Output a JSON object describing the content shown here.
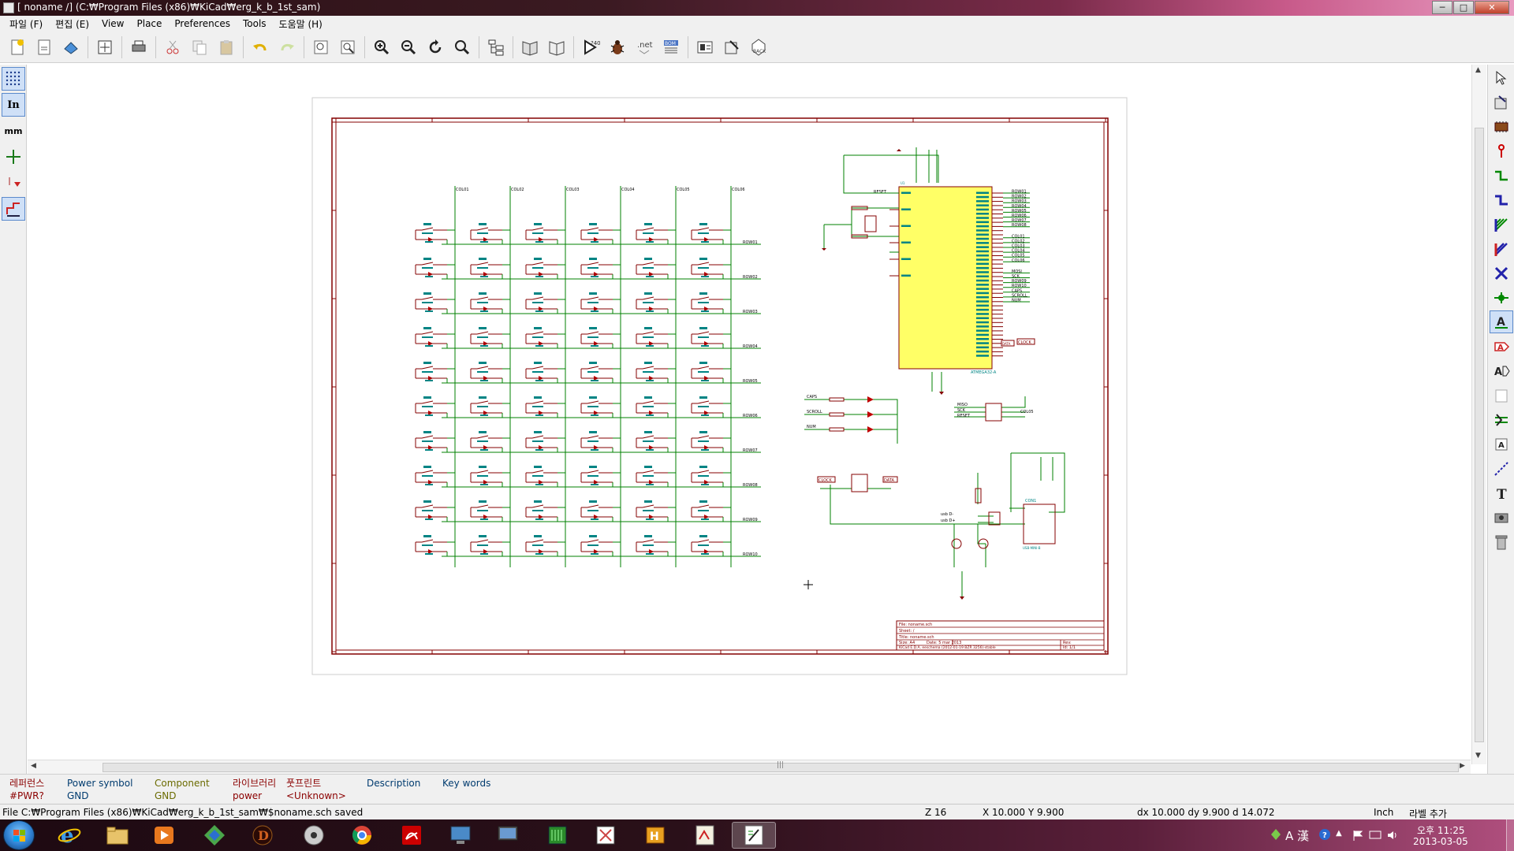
{
  "window": {
    "title": "[ noname /] (C:₩Program Files (x86)₩KiCad₩erg_k_b_1st_sam)",
    "minimize": "─",
    "maximize": "□",
    "close": "✕"
  },
  "menu": [
    "파일 (F)",
    "편집 (E)",
    "View",
    "Place",
    "Preferences",
    "Tools",
    "도움말 (H)"
  ],
  "left_toolbar": {
    "units_in": "In",
    "units_mm": "mm"
  },
  "schematic": {
    "columns": [
      "COL01",
      "COL02",
      "COL03",
      "COL04",
      "COL05",
      "COL06"
    ],
    "rows": [
      "ROW01",
      "ROW02",
      "ROW03",
      "ROW04",
      "ROW05",
      "ROW06",
      "ROW07",
      "ROW08",
      "ROW09",
      "ROW10"
    ],
    "mcu_ref": "U1",
    "mcu_part": "ATMEGA32-A",
    "reset_net": "RESET",
    "row_nets_right": [
      "ROW01",
      "ROW02",
      "ROW03",
      "ROW04",
      "ROW05",
      "ROW06",
      "ROW07",
      "ROW08"
    ],
    "col_nets_right": [
      "COL01",
      "COL02",
      "COL03",
      "COL04",
      "COL05",
      "COL06"
    ],
    "other_nets_right": [
      "MOSI",
      "SCK",
      "ROW09",
      "ROW10",
      "CAPS",
      "SCROLL",
      "NUM"
    ],
    "led_labels": [
      "CAPS",
      "SCROLL",
      "NUM"
    ],
    "isp_labels": [
      "MISO",
      "SCK",
      "RESET"
    ],
    "isp_right_label": "COL05",
    "clock_label": "CLOCK",
    "data_label": "DATA",
    "usb_dminus": "usb D-",
    "usb_dplus": "usb D+",
    "connector_ref": "CON1",
    "connector_part": "USB-MINI-B",
    "title_block": {
      "file": "File: noname.sch",
      "sheet": "Sheet: /",
      "title": "Title: noname.sch",
      "size": "Size: A4",
      "date": "Date: 5 mar 2013",
      "rev": "Rev:",
      "kicad": "KiCad E.D.A.  eeschema (2012-01-19 BZR 3256)-stable",
      "id": "Id: 1/1"
    }
  },
  "info_panel": {
    "reference": {
      "label": "레퍼런스",
      "value": "#PWR?"
    },
    "power_symbol": {
      "label": "Power symbol",
      "value": "GND"
    },
    "component": {
      "label": "Component",
      "value": "GND"
    },
    "library": {
      "label": "라이브러리",
      "value": "power"
    },
    "footprint": {
      "label": "풋프린트",
      "value": "<Unknown>"
    },
    "description": {
      "label": "Description",
      "value": ""
    },
    "keywords": {
      "label": "Key words",
      "value": ""
    }
  },
  "status": {
    "message": "File C:₩Program Files (x86)₩KiCad₩erg_k_b_1st_sam₩$noname.sch saved",
    "zoom": "Z 16",
    "coords": "X 10.000  Y 9.900",
    "delta": "dx 10.000  dy 9.900  d 14.072",
    "units": "Inch",
    "mode": "라벨 추가"
  },
  "taskbar": {
    "time": "오후 11:25",
    "date": "2013-03-05",
    "ime": "A 漢"
  },
  "colors": {
    "wire": "#008000",
    "component_body": "#840000",
    "pin_text": "#008484",
    "net_label": "#000000",
    "mcu_fill": "#ffff66",
    "frame": "#840000",
    "taskbar": "#2a1019"
  }
}
